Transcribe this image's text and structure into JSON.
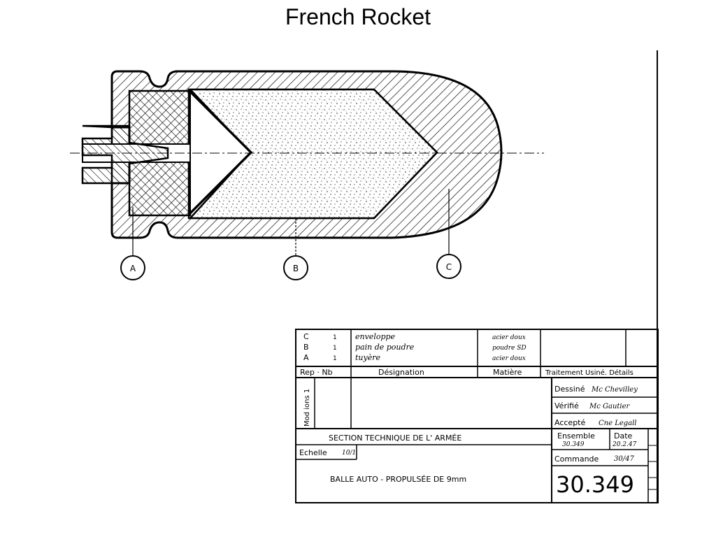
{
  "slide": {
    "title": "French Rocket"
  },
  "callouts": [
    {
      "label": "A"
    },
    {
      "label": "B"
    },
    {
      "label": "C"
    }
  ],
  "parts_list": [
    {
      "rep": "C",
      "nb": "1",
      "designation": "enveloppe",
      "matiere": "acier doux"
    },
    {
      "rep": "B",
      "nb": "1",
      "designation": "pain de poudre",
      "matiere": "poudre SD"
    },
    {
      "rep": "A",
      "nb": "1",
      "designation": "tuyère",
      "matiere": "acier doux"
    }
  ],
  "headers": {
    "rep_nb": "Rep · Nb",
    "designation": "Désignation",
    "matiere": "Matière",
    "traitement": "Traitement Usiné. Détails"
  },
  "modifications": "Mod ions 1",
  "signatures": [
    {
      "role": "Dessiné",
      "name": "Mc Chevilley"
    },
    {
      "role": "Vérifié",
      "name": "Mc Gautier"
    },
    {
      "role": "Accepté",
      "name": "Cne Legall"
    }
  ],
  "title_block": {
    "organization": "SECTION TECHNIQUE   DE   L'  ARMÉE",
    "echelle_label": "Echelle",
    "echelle_value": "10/1",
    "item_title": "BALLE   AUTO - PROPULSÉE  DE 9mm",
    "ensemble_label": "Ensemble",
    "ensemble_value": "30.349",
    "date_label": "Date",
    "date_value": "20.2.47",
    "commande_label": "Commande",
    "commande_value": "30/47",
    "drawing_number": "30.349"
  }
}
